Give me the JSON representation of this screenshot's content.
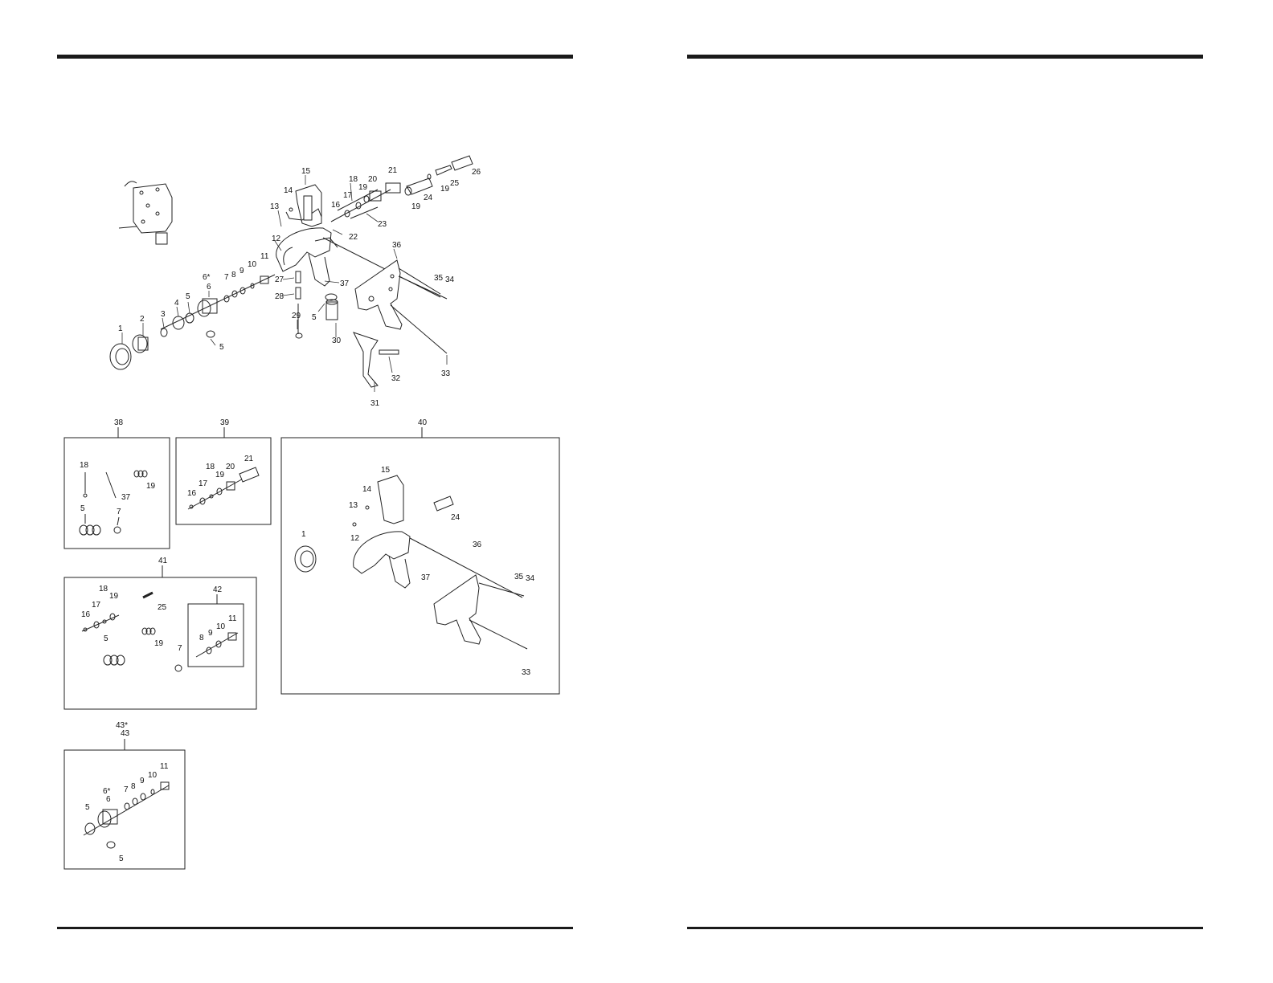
{
  "callouts": {
    "c1": "1",
    "c2": "2",
    "c3": "3",
    "c4": "4",
    "c5a": "5",
    "c5b": "5",
    "c5c": "5",
    "c6s": "6*",
    "c6": "6",
    "c7": "7",
    "c8": "8",
    "c9": "9",
    "c10": "10",
    "c11": "11",
    "c12": "12",
    "c13": "13",
    "c14": "14",
    "c15": "15",
    "c16": "16",
    "c17": "17",
    "c18": "18",
    "c19a": "19",
    "c19b": "19",
    "c19c": "19",
    "c20": "20",
    "c21": "21",
    "c22": "22",
    "c23": "23",
    "c24": "24",
    "c25": "25",
    "c26": "26",
    "c27": "27",
    "c28": "28",
    "c29": "29",
    "c30": "30",
    "c31": "31",
    "c32": "32",
    "c33": "33",
    "c34": "34",
    "c35": "35",
    "c36": "36",
    "c37": "37"
  },
  "kits": {
    "k38": {
      "title": "38",
      "c18": "18",
      "c19": "19",
      "c37": "37",
      "c5": "5",
      "c7": "7"
    },
    "k39": {
      "title": "39",
      "c16": "16",
      "c17": "17",
      "c18": "18",
      "c19": "19",
      "c20": "20",
      "c21": "21"
    },
    "k40": {
      "title": "40",
      "c1": "1",
      "c12": "12",
      "c13": "13",
      "c14": "14",
      "c15": "15",
      "c24": "24",
      "c33": "33",
      "c34": "34",
      "c35": "35",
      "c36": "36",
      "c37": "37"
    },
    "k41": {
      "title": "41",
      "c16": "16",
      "c17": "17",
      "c18": "18",
      "c19a": "19",
      "c19b": "19",
      "c25": "25",
      "c5": "5",
      "c7": "7"
    },
    "k42": {
      "title": "42",
      "c8": "8",
      "c9": "9",
      "c10": "10",
      "c11": "11"
    },
    "k43": {
      "title1": "43*",
      "title2": "43",
      "c5a": "5",
      "c5b": "5",
      "c6s": "6*",
      "c6": "6",
      "c7": "7",
      "c8": "8",
      "c9": "9",
      "c10": "10",
      "c11": "11"
    }
  }
}
